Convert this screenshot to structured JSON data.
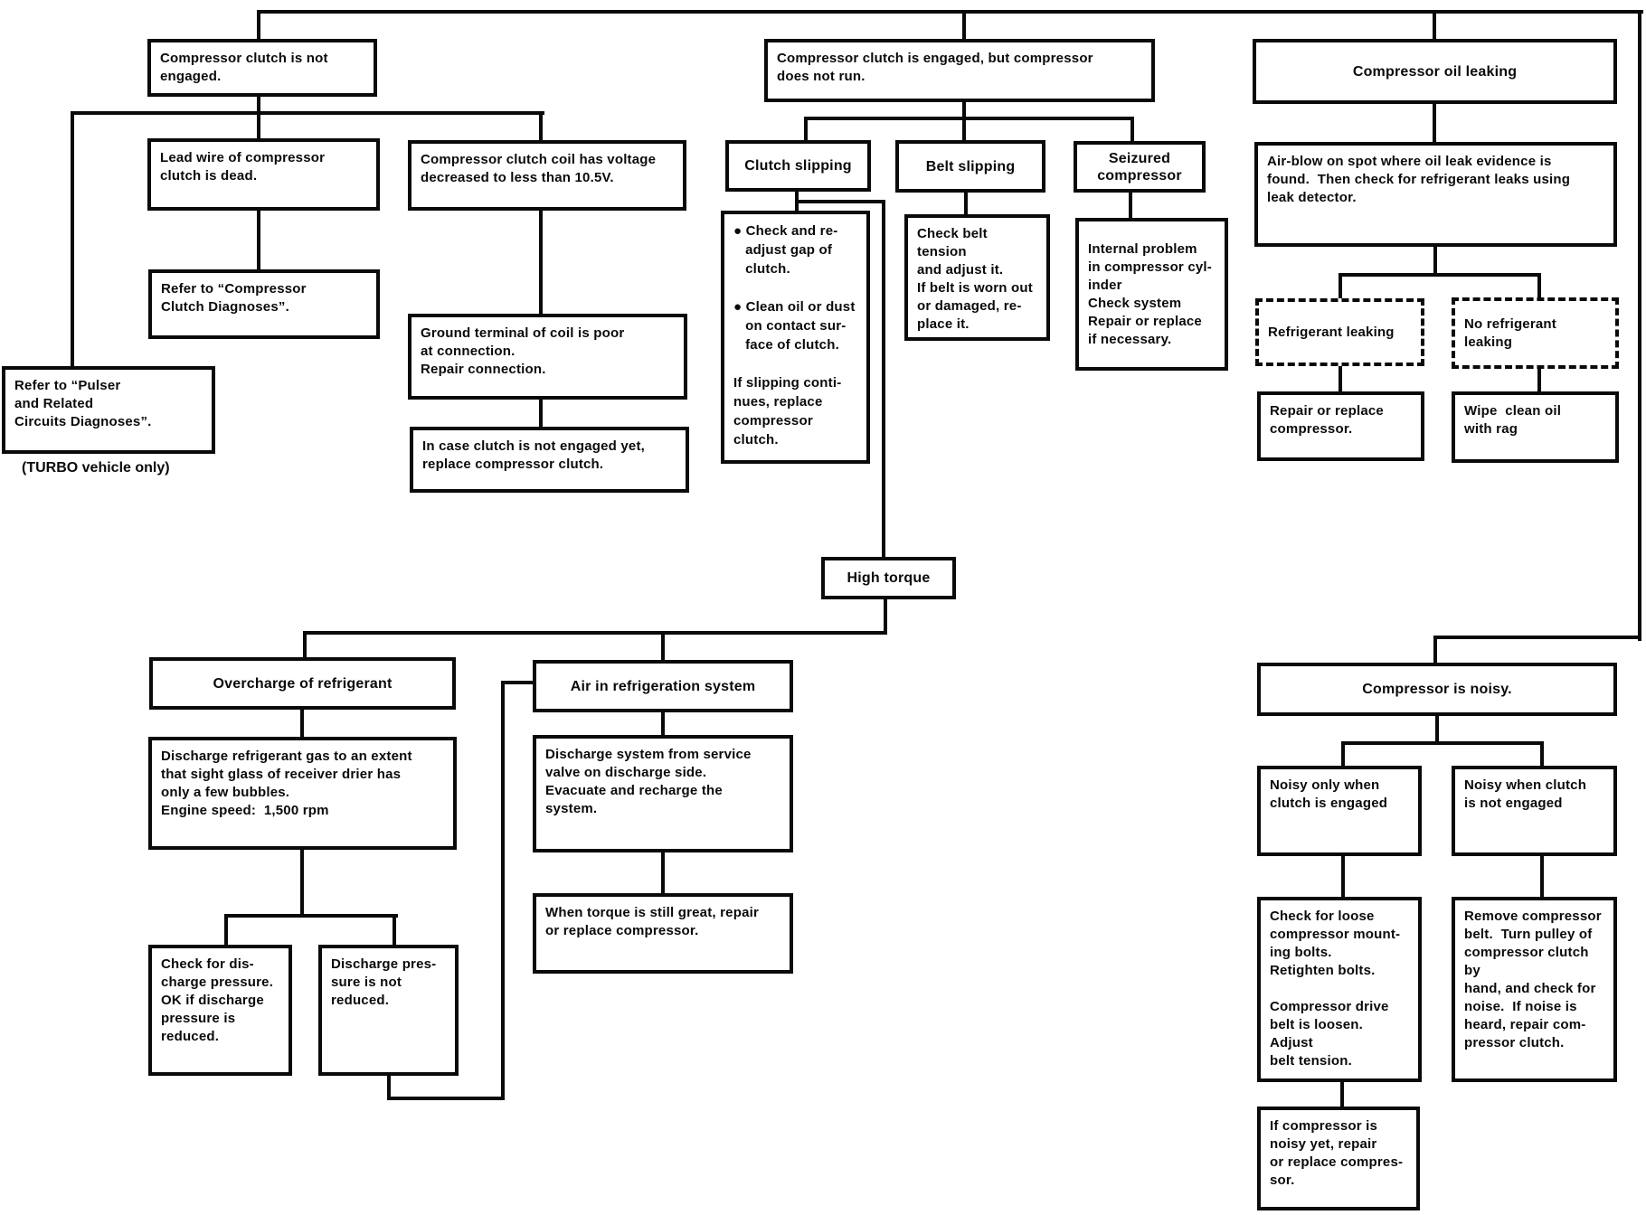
{
  "colors": {
    "ink": "#0a0a0a",
    "paper": "#ffffff"
  },
  "nodes": {
    "clutch_not_engaged": "Compressor clutch is not\nengaged.",
    "lead_wire": "Lead wire of compressor\nclutch is dead.",
    "refer_clutch": "Refer to “Compressor\nClutch Diagnoses”.",
    "refer_pulser": "Refer to “Pulser\nand Related\nCircuits Diagnoses”.",
    "turbo_note": "(TURBO vehicle only)",
    "coil_voltage": "Compressor clutch coil has voltage\ndecreased to less than 10.5V.",
    "ground_terminal": "Ground terminal of coil is poor\nat connection.\nRepair connection.",
    "in_case": "In case clutch is not engaged yet,\nreplace compressor clutch.",
    "engaged_not_run": "Compressor clutch is engaged, but compressor\ndoes not run.",
    "clutch_slipping": "Clutch slipping",
    "belt_slipping": "Belt slipping",
    "seizured": "Seizured\ncompressor",
    "clutch_remedy": "● Check and re-\n   adjust gap of\n   clutch.\n\n● Clean oil or dust\n   on contact sur-\n   face of clutch.\n\nIf slipping conti-\nnues, replace\ncompressor\nclutch.",
    "belt_remedy": "Check belt tension\nand adjust it.\nIf belt is worn out\nor damaged, re-\nplace it.",
    "internal_problem": "Internal problem\nin compressor cyl-\ninder\nCheck system\nRepair or replace\nif necessary.",
    "high_torque": "High torque",
    "oil_leaking": "Compressor oil leaking",
    "airblow": "Air-blow on spot where oil leak evidence is\nfound.  Then check for refrigerant leaks using\nleak detector.",
    "refrigerant_leaking": "Refrigerant leaking",
    "no_refrigerant": "No refrigerant\nleaking",
    "repair_replace": "Repair or replace\ncompressor.",
    "wipe_clean": "Wipe  clean oil\nwith rag",
    "overcharge": "Overcharge of refrigerant",
    "discharge_gas": "Discharge refrigerant gas to an extent\nthat sight glass of receiver drier has\nonly a few bubbles.\nEngine speed:  1,500 rpm",
    "check_discharge": "Check for dis-\ncharge pressure.\nOK if discharge\npressure is\nreduced.",
    "pressure_not_reduced": "Discharge pres-\nsure is not\nreduced.",
    "air_refrigeration": "Air in refrigeration system",
    "discharge_system": "Discharge system from service\nvalve on discharge side.\nEvacuate and recharge the\nsystem.",
    "when_torque": "When torque is still great, repair\nor replace compressor.",
    "compressor_noisy": "Compressor is noisy.",
    "noisy_engaged": "Noisy only when\nclutch is engaged",
    "noisy_not_engaged": "Noisy when clutch\nis not engaged",
    "loose_bolts": "Check for loose\ncompressor mount-\ning bolts.\nRetighten bolts.\n\nCompressor drive\nbelt is loosen. Adjust\nbelt tension.",
    "remove_belt": "Remove compressor\nbelt.  Turn pulley of\ncompressor clutch by\nhand, and check for\nnoise.  If noise is\nheard, repair com-\npressor clutch.",
    "noisy_yet": "If compressor is\nnoisy yet, repair\nor replace compres-\nsor."
  }
}
